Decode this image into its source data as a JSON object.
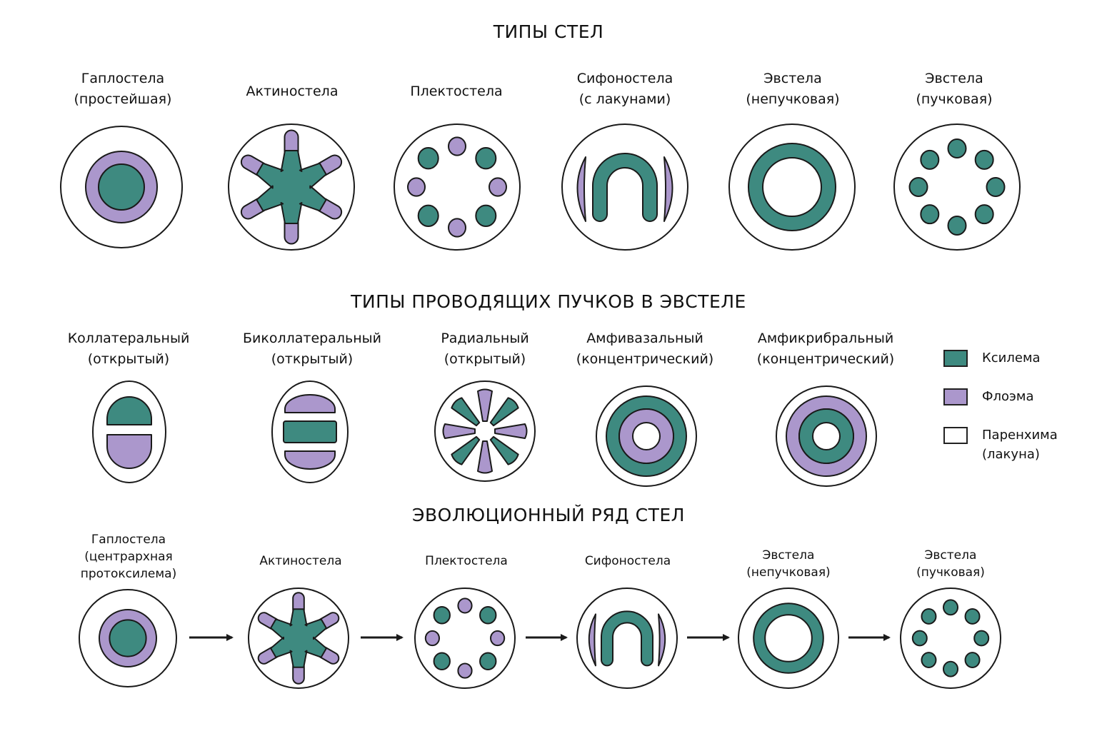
{
  "colors": {
    "xylem": "#3e8a80",
    "phloem": "#ab97cc",
    "parenchyma": "#ffffff",
    "outline": "#1a1a1a"
  },
  "sections": {
    "stele_types": {
      "title": "ТИПЫ СТЕЛ",
      "items": [
        {
          "l1": "Гаплостела",
          "l2": "(простейшая)"
        },
        {
          "l1": "Актиностела",
          "l2": ""
        },
        {
          "l1": "Плектостела",
          "l2": ""
        },
        {
          "l1": "Сифоностела",
          "l2": "(с лакунами)"
        },
        {
          "l1": "Эвстела",
          "l2": "(непучковая)"
        },
        {
          "l1": "Эвстела",
          "l2": "(пучковая)"
        }
      ]
    },
    "bundle_types": {
      "title": "ТИПЫ ПРОВОДЯЩИХ ПУЧКОВ В ЭВСТЕЛЕ",
      "items": [
        {
          "l1": "Коллатеральный",
          "l2": "(открытый)"
        },
        {
          "l1": "Биколлатеральный",
          "l2": "(открытый)"
        },
        {
          "l1": "Радиальный",
          "l2": "(открытый)"
        },
        {
          "l1": "Амфивазальный",
          "l2": "(концентрический)"
        },
        {
          "l1": "Амфикрибральный",
          "l2": "(концентрический)"
        }
      ]
    },
    "evolution": {
      "title": "ЭВОЛЮЦИОННЫЙ РЯД СТЕЛ",
      "items": [
        {
          "l1": "Гаплостела",
          "l2": "(центрархная",
          "l3": "протоксилема)"
        },
        {
          "l1": "Актиностела",
          "l2": "",
          "l3": ""
        },
        {
          "l1": "Плектостела",
          "l2": "",
          "l3": ""
        },
        {
          "l1": "Сифоностела",
          "l2": "",
          "l3": ""
        },
        {
          "l1": "Эвстела",
          "l2": "(непучковая)",
          "l3": ""
        },
        {
          "l1": "Эвстела",
          "l2": "(пучковая)",
          "l3": ""
        }
      ]
    }
  },
  "legend": {
    "xylem": "Ксилема",
    "phloem": "Флоэма",
    "parenchyma_l1": "Паренхима",
    "parenchyma_l2": "(лакуна)"
  }
}
